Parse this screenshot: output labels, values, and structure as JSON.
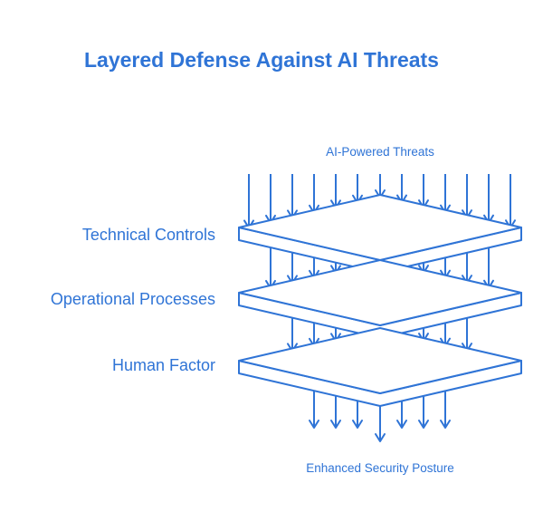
{
  "title": "Layered Defense Against AI Threats",
  "input_label": "AI-Powered Threats",
  "output_label": "Enhanced Security Posture",
  "layers": [
    {
      "label": "Technical Controls"
    },
    {
      "label": "Operational Processes"
    },
    {
      "label": "Human Factor"
    }
  ],
  "colors": {
    "accent": "#2f74d6",
    "background": "#ffffff"
  }
}
